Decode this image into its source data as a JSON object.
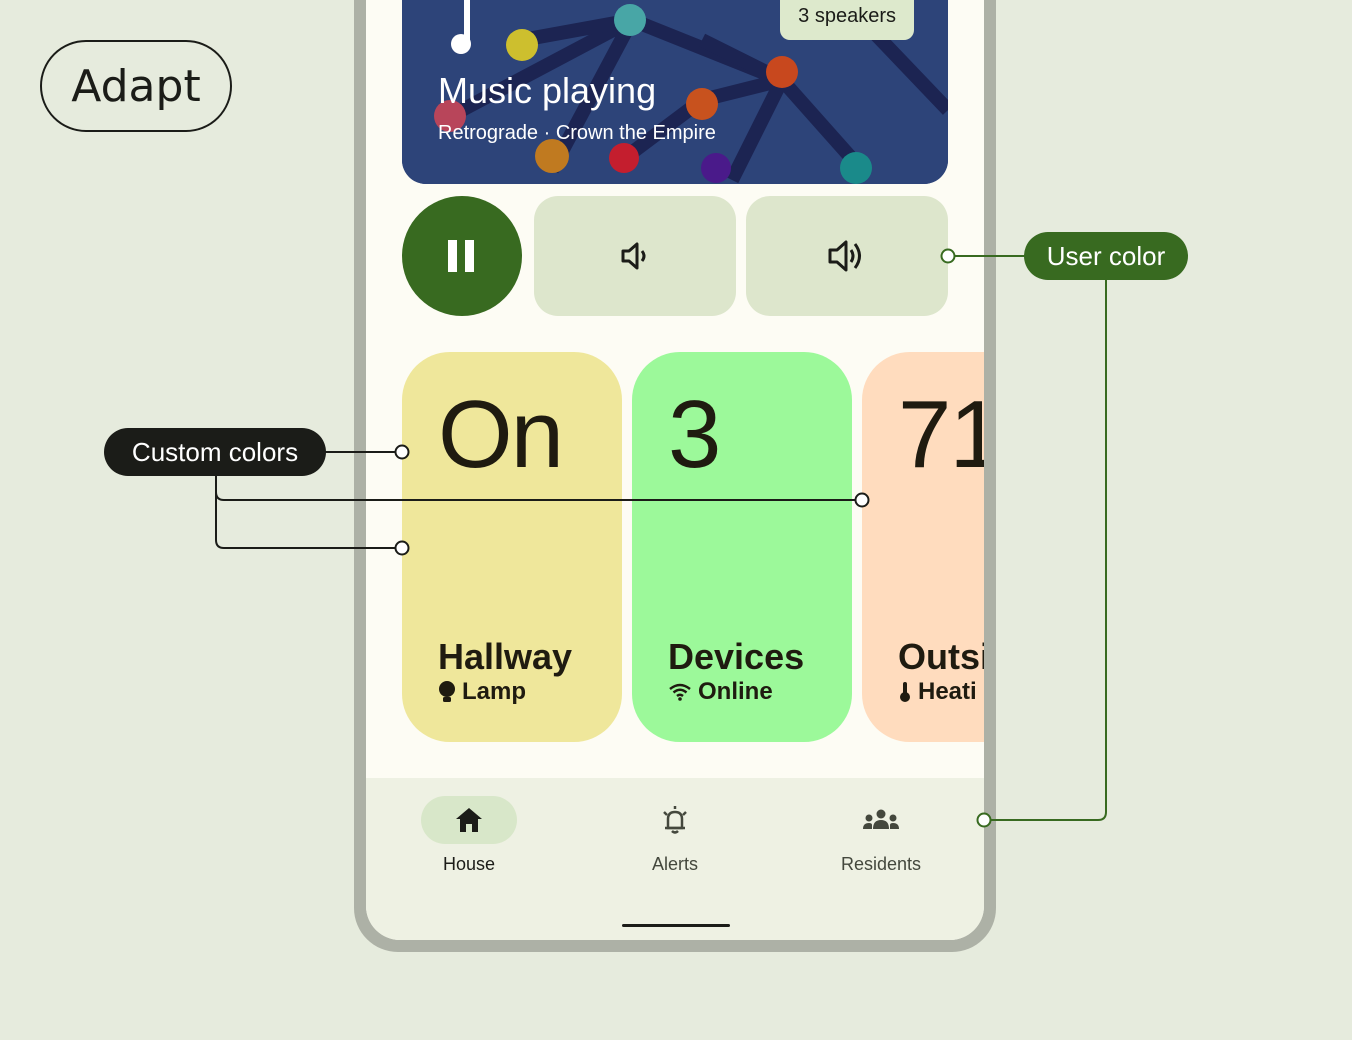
{
  "adapt_label": "Adapt",
  "music": {
    "speakers": "3 speakers",
    "title": "Music playing",
    "subtitle": "Retrograde · Crown the Empire"
  },
  "tiles": [
    {
      "big": "On",
      "name": "Hallway",
      "sub": "Lamp",
      "color": "#efe79b"
    },
    {
      "big": "3",
      "name": "Devices",
      "sub": "Online",
      "color": "#9cf99a"
    },
    {
      "big": "71",
      "name": "Outsi",
      "sub": "Heati",
      "color": "#ffdcbe"
    }
  ],
  "nav": {
    "house": "House",
    "alerts": "Alerts",
    "residents": "Residents"
  },
  "callouts": {
    "user_color": "User color",
    "custom_colors": "Custom colors"
  },
  "colors": {
    "primary": "#386a20",
    "secondary_container": "#dde6cc",
    "background": "#e6ebdd"
  }
}
